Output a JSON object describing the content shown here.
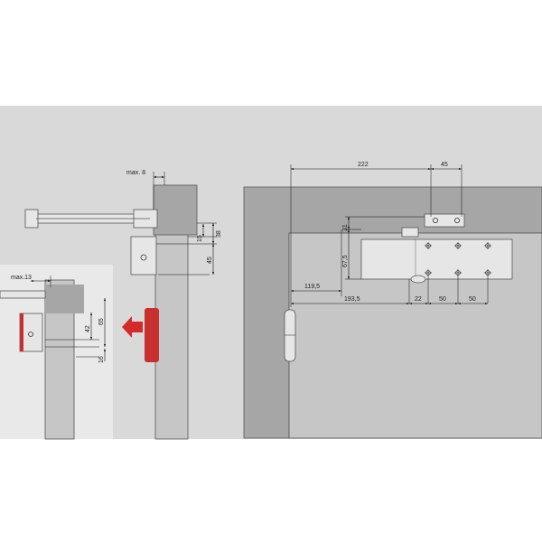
{
  "colors": {
    "background": "#d9d9d9",
    "wall": "#b3b3b3",
    "wall_edge": "#8c8c8c",
    "frame": "#a6a6a6",
    "door": "#c6c6c6",
    "hardware": "#e6e6e6",
    "arrow": "#d42a2a",
    "stop_red": "#c8302f",
    "dimension_line": "#111111"
  },
  "side_view": {
    "max_offset": "max. 8",
    "dims": {
      "d38": "38",
      "d15": "15",
      "d45": "45"
    }
  },
  "inset_view": {
    "max_offset": "max.13",
    "dims": {
      "d42": "42",
      "d65": "65",
      "d16": "16"
    }
  },
  "front_view": {
    "dims": {
      "d222": "222",
      "d45": "45",
      "d31": "31",
      "d67_5": "67,5",
      "d119_5": "119,5",
      "d193_5": "193,5",
      "d22": "22",
      "d50a": "50",
      "d50b": "50"
    }
  },
  "icons": [
    "door-closer-icon",
    "arrow-icon",
    "hinge-icon",
    "screw-hole-icon"
  ]
}
